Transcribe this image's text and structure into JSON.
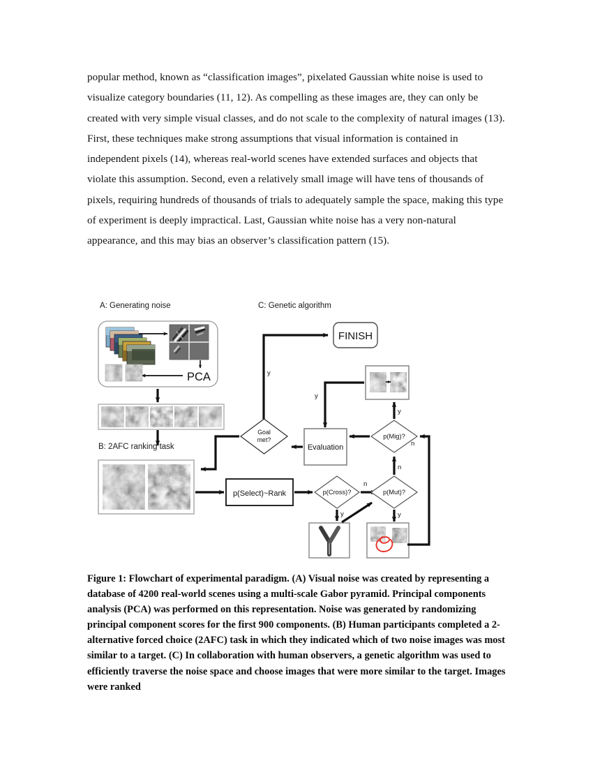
{
  "document": {
    "body_paragraph": "popular method, known as “classification images”, pixelated Gaussian white noise is used to visualize category boundaries (11, 12). As compelling as these images are, they can only be created with very simple visual classes, and do not scale to the complexity of natural images (13). First, these techniques make strong assumptions that visual information is contained in independent pixels (14), whereas real-world scenes have extended surfaces and objects that violate this assumption. Second, even a relatively small image will have tens of thousands of pixels, requiring hundreds of thousands of trials to adequately sample the space, making this type of experiment is deeply impractical. Last, Gaussian white noise has a very non-natural appearance, and this may bias an observer’s classification pattern (15).",
    "caption": "Figure 1: Flowchart of experimental paradigm. (A) Visual noise was created by representing a database of 4200 real-world scenes using a multi-scale Gabor pyramid. Principal components analysis (PCA) was performed on this representation. Noise was generated by randomizing principal component scores for the first 900 components. (B) Human participants completed a 2-alternative forced choice (2AFC) task in which they indicated which of two noise images was most similar to a target. (C) In collaboration with human observers, a genetic algorithm was used to efficiently traverse the noise space and choose images that were more similar to the target. Images were ranked"
  },
  "figure": {
    "panels": {
      "a_label": "A: Generating noise",
      "b_label": "B: 2AFC ranking task",
      "c_label": "C: Genetic algorithm"
    },
    "panel_a": {
      "pca_label": "PCA",
      "scene_thumbnail_count": 6,
      "gabor_grid_cells": 4,
      "noise_patch_count": 2,
      "noise_strip_count": 5
    },
    "panel_b": {
      "image_count": 2
    },
    "panel_c": {
      "nodes": [
        {
          "id": "finish",
          "label": "FINISH",
          "shape": "rounded-rect"
        },
        {
          "id": "goal",
          "label_line1": "Goal",
          "label_line2": "met?",
          "shape": "diamond"
        },
        {
          "id": "evaluation",
          "label": "Evaluation",
          "shape": "rect"
        },
        {
          "id": "pmig",
          "label": "p(Mig)?",
          "shape": "diamond"
        },
        {
          "id": "pselect",
          "label": "p(Select)~Rank",
          "shape": "rect"
        },
        {
          "id": "pcross",
          "label": "p(Cross)?",
          "shape": "diamond"
        },
        {
          "id": "pmut",
          "label": "p(Mut)?",
          "shape": "diamond"
        },
        {
          "id": "migration-image",
          "label": "",
          "shape": "image-box"
        },
        {
          "id": "crossover-image",
          "label": "",
          "shape": "image-box"
        },
        {
          "id": "mutation-image",
          "label": "",
          "shape": "image-box"
        }
      ],
      "edge_labels": {
        "goal_yes": "y",
        "mig_yes": "y",
        "mig_no": "n",
        "mig_return_n": "n",
        "migration_down_y": "y",
        "cross_no": "n",
        "cross_yes": "y",
        "mut_yes": "y",
        "mut_no": "n"
      }
    },
    "colors": {
      "stroke": "#111111",
      "light_border": "#9a9a9a",
      "mutation_accent": "#e8342b",
      "gabor_bg": "#6e6e6e"
    }
  }
}
